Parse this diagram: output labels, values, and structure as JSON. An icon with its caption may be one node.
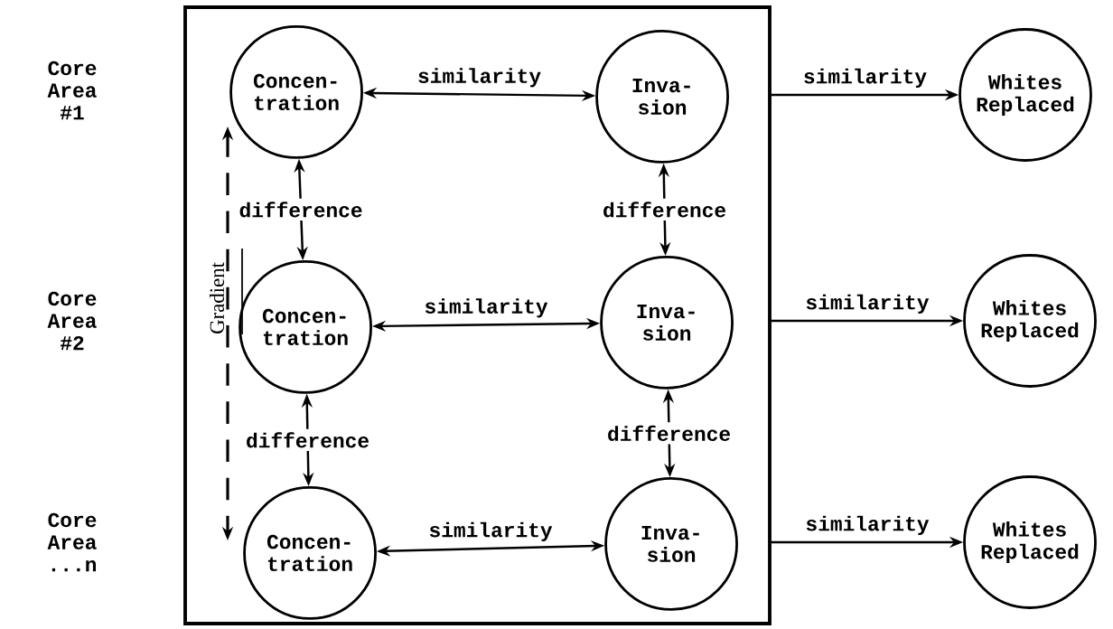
{
  "diagram": {
    "nodes": [
      {
        "text": [],
        "shape": "box"
      },
      {
        "text": [
          "Concen- tration"
        ],
        "in": 0
      },
      {
        "text": [
          "Inva- sion"
        ],
        "in": 0
      },
      {
        "text": [
          "Whites Replaced"
        ]
      },
      {
        "text": [
          "Concen- tration"
        ],
        "in": 0
      },
      {
        "text": [
          "Inva- sion"
        ],
        "in": 0
      },
      {
        "text": [
          "Whites Replaced"
        ]
      },
      {
        "text": [
          "Concen- tration"
        ],
        "in": 0
      },
      {
        "text": [
          "Inva- sion"
        ],
        "in": 0
      },
      {
        "text": [
          "Whites Replaced"
        ]
      }
    ],
    "edges": [
      {
        "from": 1,
        "to": 2,
        "arrow": "both",
        "label": "similarity"
      },
      {
        "from": 1,
        "to": 4,
        "arrow": "both",
        "label": "difference"
      },
      {
        "from": 2,
        "to": 5,
        "arrow": "both",
        "label": "difference"
      },
      {
        "from": 4,
        "to": 5,
        "arrow": "both",
        "label": "similarity"
      },
      {
        "from": 4,
        "to": 7,
        "arrow": "both",
        "label": "difference"
      },
      {
        "from": 5,
        "to": 8,
        "arrow": "both",
        "label": "difference"
      },
      {
        "from": 7,
        "to": 8,
        "arrow": "both",
        "label": "similarity"
      },
      {
        "from": 0,
        "to": 3,
        "arrow": "to",
        "label": "similarity"
      },
      {
        "from": 0,
        "to": 6,
        "arrow": "to",
        "label": "similarity"
      },
      {
        "from": 0,
        "to": 9,
        "arrow": "to",
        "label": "similarity"
      }
    ],
    "labels": [
      "Core Area #1",
      "Core Area #2",
      "Gradient",
      "Core Area ...n"
    ]
  }
}
